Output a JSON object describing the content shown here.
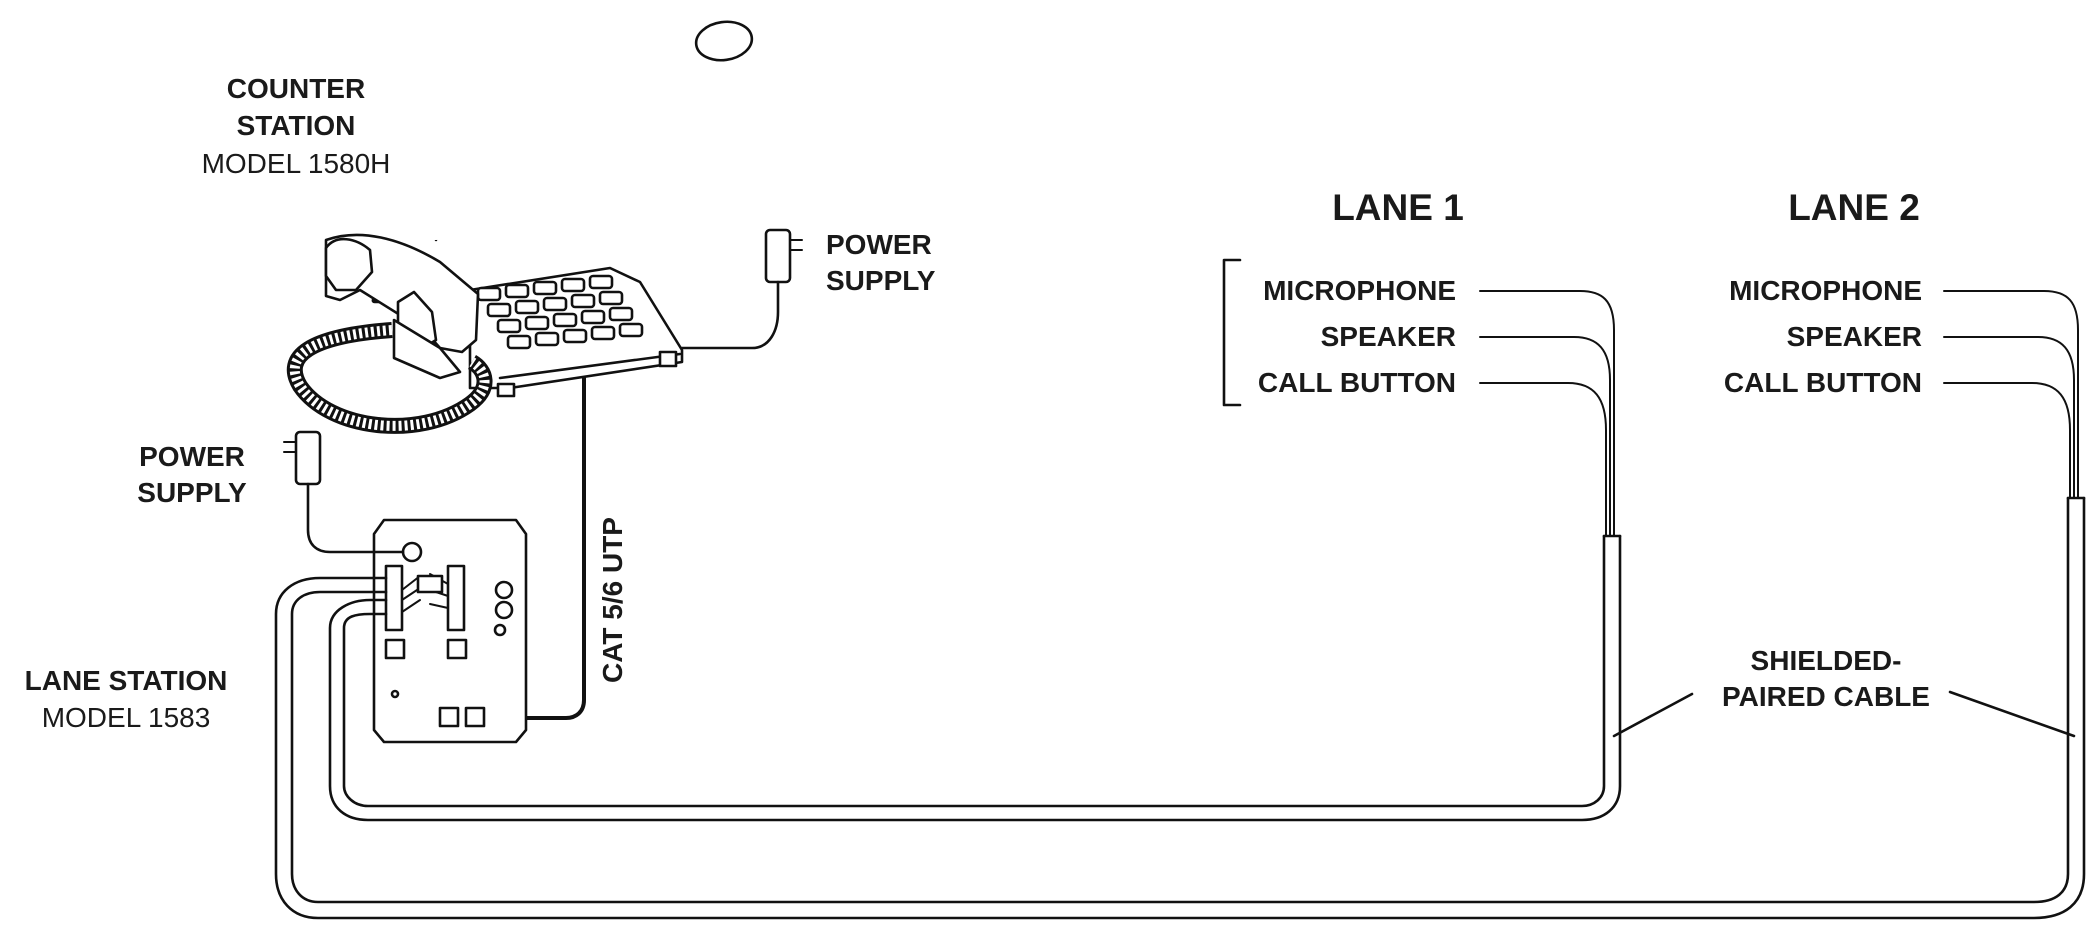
{
  "counter_station": {
    "line1": "COUNTER",
    "line2": "STATION",
    "model": "MODEL 1580H"
  },
  "counter_power": {
    "line1": "POWER",
    "line2": "SUPPLY"
  },
  "lane_power": {
    "line1": "POWER",
    "line2": "SUPPLY"
  },
  "cat_cable": "CAT 5/6 UTP",
  "lane_station": {
    "name": "LANE STATION",
    "model": "MODEL 1583"
  },
  "lanes": [
    {
      "title": "LANE 1",
      "items": [
        "MICROPHONE",
        "SPEAKER",
        "CALL BUTTON"
      ]
    },
    {
      "title": "LANE 2",
      "items": [
        "MICROPHONE",
        "SPEAKER",
        "CALL BUTTON"
      ]
    }
  ],
  "shielded_cable": {
    "line1": "SHIELDED-",
    "line2": "PAIRED CABLE"
  }
}
